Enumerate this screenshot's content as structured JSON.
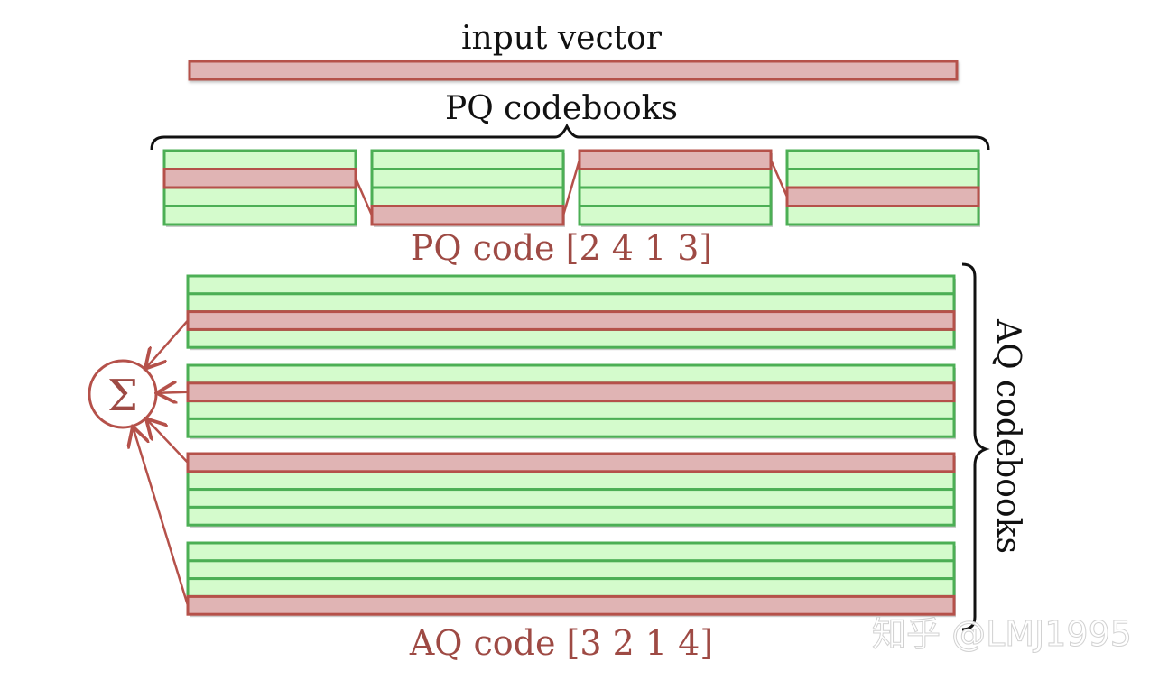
{
  "labels": {
    "input_vector": "input vector",
    "pq_codebooks": "PQ codebooks",
    "pq_code": "PQ code [2 4 1 3]",
    "aq_codebooks": "AQ codebooks",
    "aq_code": "AQ code [3 2 1 4]",
    "sum_symbol": "Σ"
  },
  "watermark": {
    "text": "知乎 @LMJ1995"
  },
  "pq_code": [
    2,
    4,
    1,
    3
  ],
  "aq_code": [
    3,
    2,
    1,
    4
  ],
  "pq_rows_per_codebook": 4,
  "aq_rows_per_codebook": 4,
  "colors": {
    "green_fill": "#d4fbcc",
    "green_stroke": "#4caf55",
    "red_fill": "#e0b4b4",
    "red_stroke": "#b5514a",
    "text_black": "#111111",
    "text_red": "#9e4a44"
  }
}
